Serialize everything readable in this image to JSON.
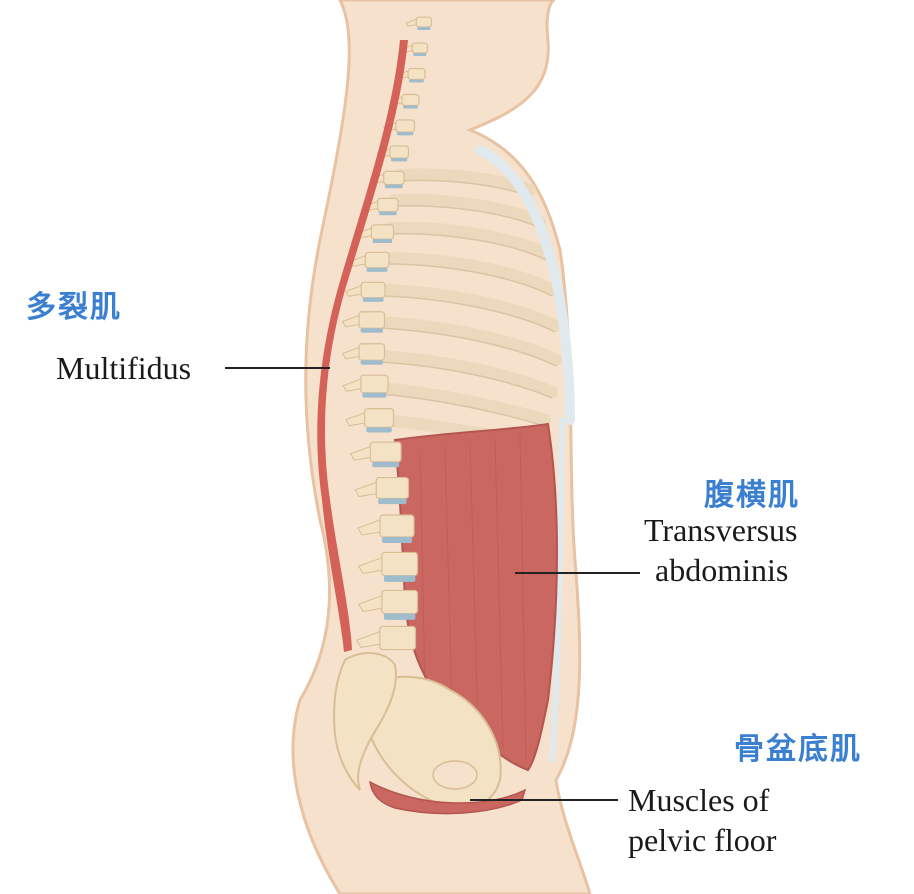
{
  "labels": {
    "multifidus": {
      "cn": "多裂肌",
      "en": "Multifidus"
    },
    "transversus": {
      "cn": "腹横肌",
      "en_line1": "Transversus",
      "en_line2": "abdominis"
    },
    "pelvic_floor": {
      "cn": "骨盆底肌",
      "en_line1": "Muscles of",
      "en_line2": "pelvic floor"
    }
  },
  "colors": {
    "skin": "#f6e1cc",
    "skin_outline": "#e7c3a3",
    "muscle": "#c96760",
    "bone": "#f3e2c4",
    "disc": "#9fbccc",
    "cartilage": "#dfe9ee",
    "label_blue": "#3b7fd0",
    "leader": "#222222"
  }
}
